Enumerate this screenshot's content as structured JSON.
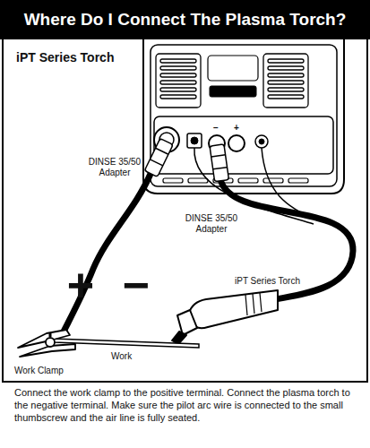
{
  "diagram": {
    "title": "Where Do I Connect The Plasma Torch?",
    "caption": "Connect the work clamp to the positive terminal. Connect the plasma torch to the negative terminal. Make sure the pilot arc wire is connected to the small thumbscrew and the air line is fully seated.",
    "labels": [
      "iPT Series Torch",
      "−",
      "+",
      "DINSE 35/50 Adapter",
      "DINSE 35/50 Adapter",
      "+",
      "−",
      "iPT Series Torch",
      "Work",
      "Work Clamp"
    ]
  }
}
